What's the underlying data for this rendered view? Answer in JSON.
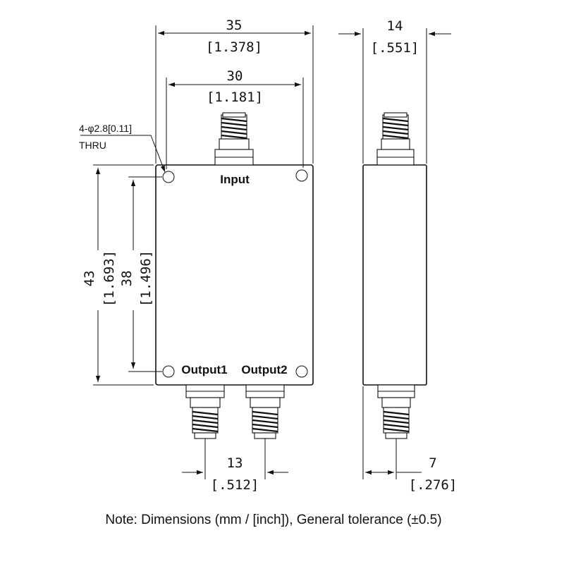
{
  "dimensions": {
    "width_mm": "35",
    "width_in": "[1.378]",
    "hole_spacing_x_mm": "30",
    "hole_spacing_x_in": "[1.181]",
    "depth_mm": "14",
    "depth_in": "[.551]",
    "height_mm": "43",
    "height_in": "[1.693]",
    "hole_spacing_y_mm": "38",
    "hole_spacing_y_in": "[1.496]",
    "output_spacing_mm": "13",
    "output_spacing_in": "[.512]",
    "side_connector_offset_mm": "7",
    "side_connector_offset_in": "[.276]"
  },
  "holes": {
    "spec": "4-φ2.8[0.11]",
    "type": "THRU"
  },
  "ports": {
    "input": "Input",
    "output1": "Output1",
    "output2": "Output2"
  },
  "note": "Note: Dimensions (mm / [inch]), General tolerance (±0.5)"
}
